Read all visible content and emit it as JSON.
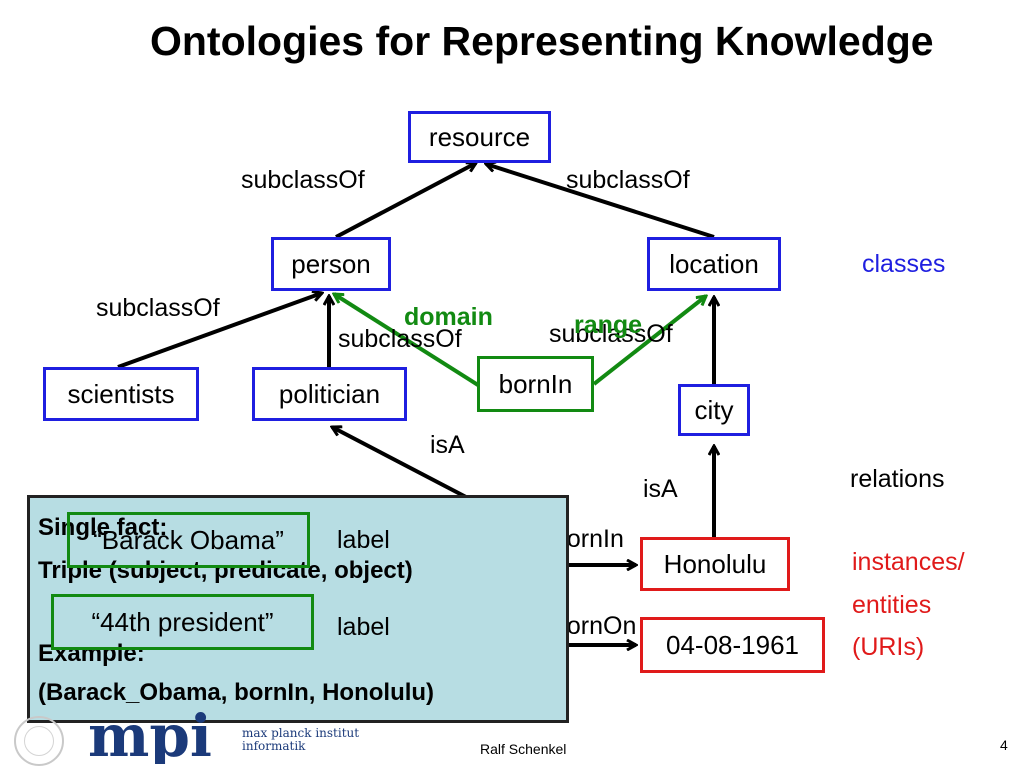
{
  "title": "Ontologies for Representing Knowledge",
  "nodes": {
    "resource": "resource",
    "person": "person",
    "location": "location",
    "scientists": "scientists",
    "politician": "politician",
    "city": "city",
    "bornIn": "bornIn",
    "honolulu": "Honolulu",
    "date": "04-08-1961",
    "barack_obama": "“Barack Obama”",
    "president": "“44th president”"
  },
  "edge_labels": {
    "subclassOf": "subclassOf",
    "domain": "domain",
    "range": "range",
    "isA": "isA",
    "label": "label",
    "bornIn": "bornIn",
    "bornOn": "bornOn"
  },
  "side_labels": {
    "classes": "classes",
    "relations": "relations",
    "instances_line1": "instances/",
    "instances_line2": "entities",
    "instances_line3": "(URIs)"
  },
  "fact_box": {
    "line1": "Single fact:",
    "line2": "Triple (subject, predicate, object)",
    "line3": "Example:",
    "line4": "(Barack_Obama, bornIn, Honolulu)"
  },
  "logo": {
    "letters": "mpi",
    "line1": "max planck institut",
    "line2": "informatik"
  },
  "footer": {
    "author": "Ralf Schenkel",
    "page": "4"
  },
  "colors": {
    "class_border": "#1f1fe0",
    "relation": "#128a12",
    "instance": "#e01a1a",
    "fact_box": "#b7dde3"
  }
}
